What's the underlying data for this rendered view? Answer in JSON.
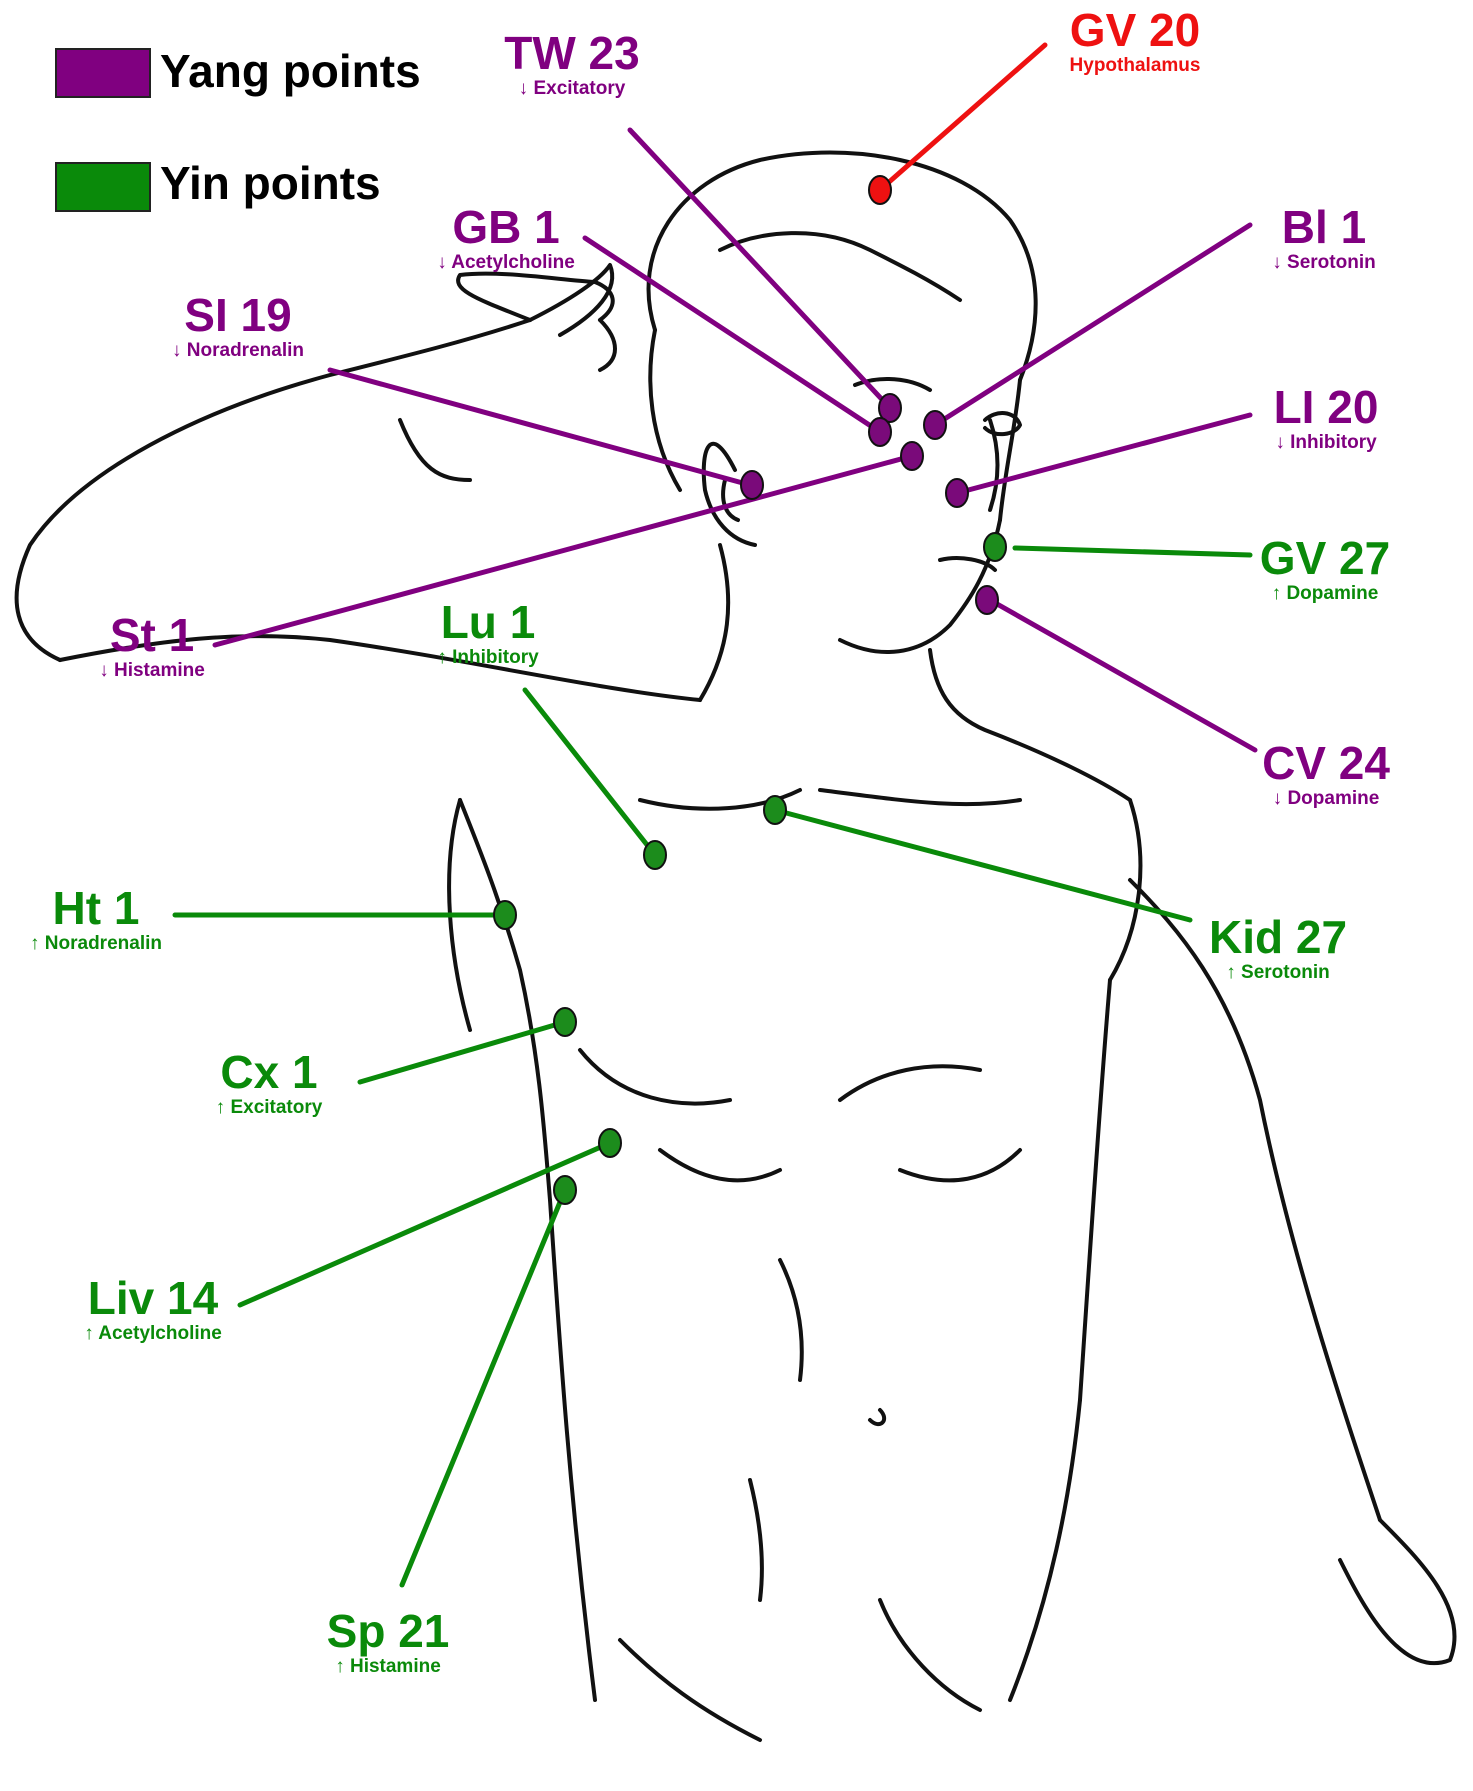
{
  "legend": {
    "yang_label": "Yang points",
    "yin_label": "Yin points",
    "yang_color": "#800080",
    "yin_color": "#0a8a0a"
  },
  "colors": {
    "yang": "#800080",
    "yin": "#0a8a0a",
    "special": "#ee1111",
    "yang_dot": "#7a0a7a",
    "yin_dot": "#1c8c1c"
  },
  "points": {
    "gv20": {
      "code": "GV 20",
      "desc": "Hypothalamus",
      "kind": "special"
    },
    "tw23": {
      "code": "TW 23",
      "desc": "↓ Excitatory",
      "kind": "yang"
    },
    "gb1": {
      "code": "GB 1",
      "desc": "↓ Acetylcholine",
      "kind": "yang"
    },
    "bl1": {
      "code": "Bl 1",
      "desc": "↓ Serotonin",
      "kind": "yang"
    },
    "si19": {
      "code": "SI 19",
      "desc": "↓ Noradrenalin",
      "kind": "yang"
    },
    "li20": {
      "code": "LI 20",
      "desc": "↓ Inhibitory",
      "kind": "yang"
    },
    "st1": {
      "code": "St 1",
      "desc": "↓ Histamine",
      "kind": "yang"
    },
    "cv24": {
      "code": "CV 24",
      "desc": "↓ Dopamine",
      "kind": "yang"
    },
    "gv27": {
      "code": "GV 27",
      "desc": "↑ Dopamine",
      "kind": "yin"
    },
    "lu1": {
      "code": "Lu 1",
      "desc": "↑ Inhibitory",
      "kind": "yin"
    },
    "ht1": {
      "code": "Ht 1",
      "desc": "↑ Noradrenalin",
      "kind": "yin"
    },
    "kid27": {
      "code": "Kid 27",
      "desc": "↑ Serotonin",
      "kind": "yin"
    },
    "cx1": {
      "code": "Cx 1",
      "desc": "↑ Excitatory",
      "kind": "yin"
    },
    "liv14": {
      "code": "Liv 14",
      "desc": "↑ Acetylcholine",
      "kind": "yin"
    },
    "sp21": {
      "code": "Sp 21",
      "desc": "↑ Histamine",
      "kind": "yin"
    }
  }
}
